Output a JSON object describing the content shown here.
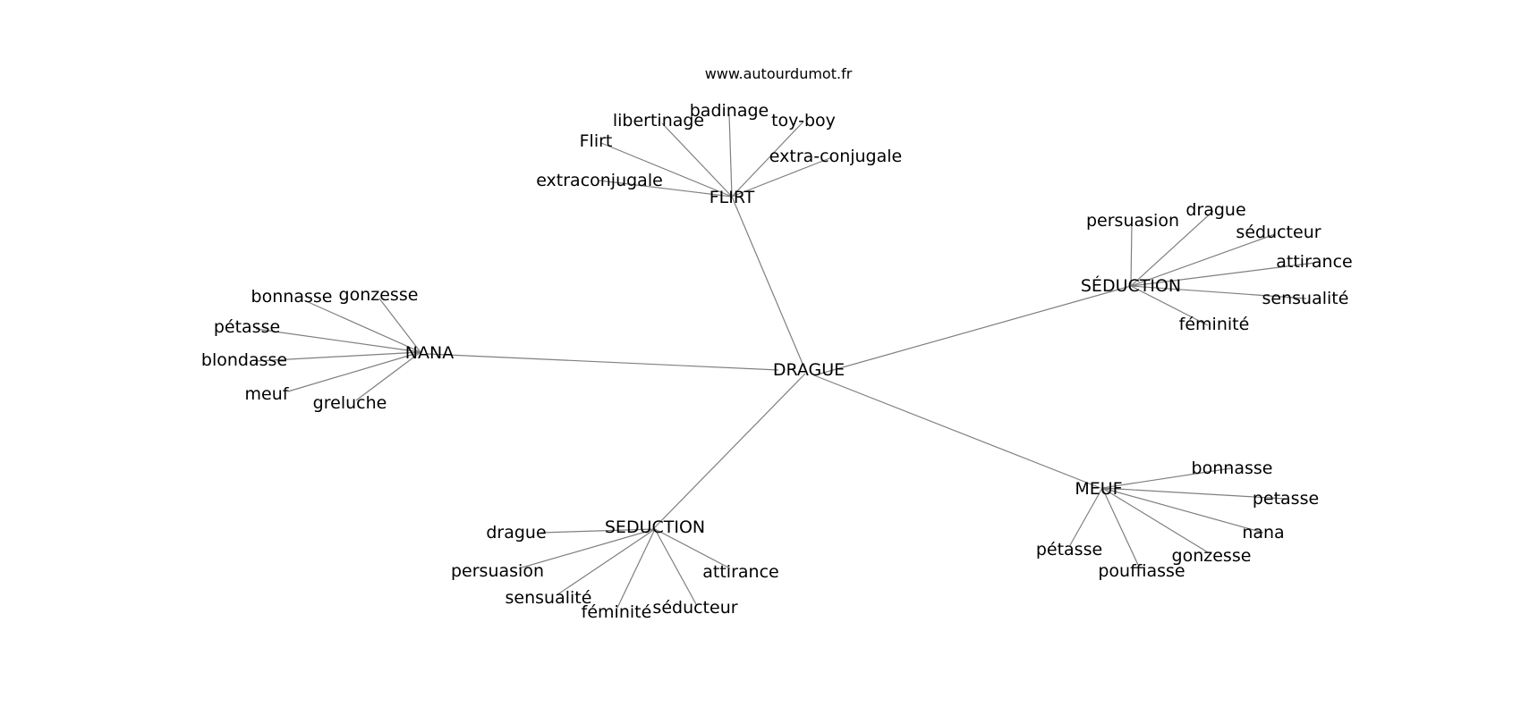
{
  "site": "www.autourdumot.fr",
  "center": "DRAGUE",
  "hubs": [
    {
      "id": "flirt",
      "label": "FLIRT",
      "children": [
        "extraconjugale",
        "Flirt",
        "libertinage",
        "badinage",
        "toy-boy",
        "extra-conjugale"
      ]
    },
    {
      "id": "seduction-accent",
      "label": "SÉDUCTION",
      "children": [
        "persuasion",
        "drague",
        "séducteur",
        "attirance",
        "sensualité",
        "féminité"
      ]
    },
    {
      "id": "nana",
      "label": "NANA",
      "children": [
        "bonnasse",
        "gonzesse",
        "pétasse",
        "blondasse",
        "meuf",
        "greluche"
      ]
    },
    {
      "id": "meuf",
      "label": "MEUF",
      "children": [
        "bonnasse",
        "petasse",
        "nana",
        "gonzesse",
        "pouffiasse",
        "pétasse"
      ]
    },
    {
      "id": "seduction",
      "label": "SEDUCTION",
      "children": [
        "drague",
        "persuasion",
        "sensualité",
        "féminité",
        "séducteur",
        "attirance"
      ]
    }
  ]
}
